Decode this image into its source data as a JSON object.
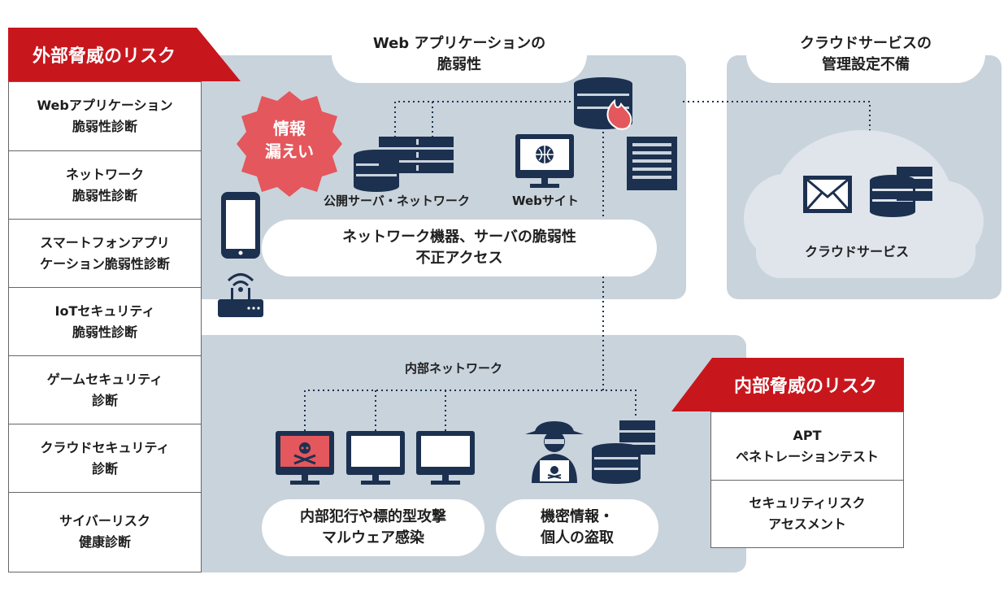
{
  "external_risk": {
    "title": "外部脅威のリスク",
    "items": [
      "Webアプリケーション\n脆弱性診断",
      "ネットワーク\n脆弱性診断",
      "スマートフォンアプリ\nケーション脆弱性診断",
      "IoTセキュリティ\n脆弱性診断",
      "ゲームセキュリティ\n診断",
      "クラウドセキュリティ\n診断",
      "サイバーリスク\n健康診断"
    ]
  },
  "internal_risk": {
    "title": "内部脅威のリスク",
    "items": [
      "APT\nペネトレーションテスト",
      "セキュリティリスク\nアセスメント"
    ]
  },
  "web_app_vuln": "Web アプリケーションの\n脆弱性",
  "cloud_config": "クラウドサービスの\n管理設定不備",
  "leak_badge": "情報\n漏えい",
  "public_server_label": "公開サーバ・ネットワーク",
  "website_label": "Webサイト",
  "network_vuln": "ネットワーク機器、サーバの脆弱性\n不正アクセス",
  "cloud_service_label": "クラウドサービス",
  "internal_network_label": "内部ネットワーク",
  "internal_crime": "内部犯行や標的型攻撃\nマルウェア感染",
  "data_theft": "機密情報・\n個人の盗取",
  "colors": {
    "zone": "#c9d3dc",
    "navy": "#1c3150",
    "accent": "#c8161d",
    "badge": "#e4575c",
    "cloud": "#dfe5eb"
  }
}
